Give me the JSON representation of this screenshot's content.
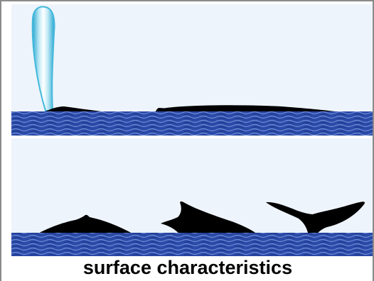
{
  "caption": "surface characteristics",
  "colors": {
    "sky": "#eef4fb",
    "water_dark": "#233f9e",
    "water_light": "#5a79c8",
    "whale": "#000000",
    "blow_edge": "#3fb6d8",
    "blow_core": "#ffffff"
  },
  "panels": [
    {
      "name": "blow-and-back",
      "elements": [
        "blow",
        "whale-head",
        "whale-back"
      ]
    },
    {
      "name": "dive-sequence",
      "elements": [
        "rolling-back",
        "arching-back",
        "fluke"
      ]
    }
  ]
}
